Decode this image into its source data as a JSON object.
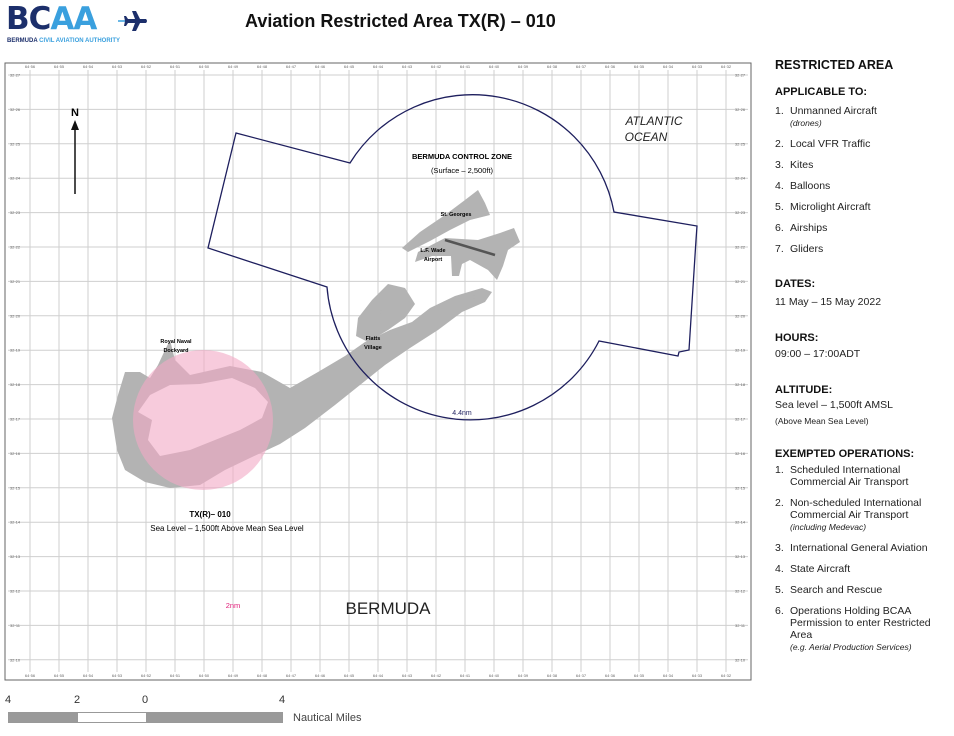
{
  "logo": {
    "word_dark": "BC",
    "word_blue": "AA",
    "sub_dark": "BERMUDA",
    "sub_blue": "CIVIL AVIATION AUTHORITY"
  },
  "header": {
    "title": "Aviation Restricted Area TX(R) – 010"
  },
  "map": {
    "lon_labels": [
      "64·56",
      "64·55",
      "64·54",
      "64·53",
      "64·52",
      "64·51",
      "64·50",
      "64·49",
      "64·48",
      "64·47",
      "64·46",
      "64·45",
      "64·44",
      "64·43",
      "64·42",
      "64·41",
      "64·40",
      "64·39",
      "64·38",
      "64·37",
      "64·36",
      "64·35",
      "64·34",
      "64·33",
      "64·32"
    ],
    "lat_labels": [
      "32·27",
      "32·26",
      "32·25",
      "32·24",
      "32·23",
      "32·22",
      "32·21",
      "32·20",
      "32·19",
      "32·18",
      "32·17",
      "32·16",
      "32·15",
      "32·14",
      "32·13",
      "32·12",
      "32·11",
      "32·10"
    ],
    "north": "N",
    "ocean_line1": "ATLANTIC",
    "ocean_line2": "OCEAN",
    "control_zone_title": "BERMUDA CONTROL ZONE",
    "control_zone_sub": "(Surface – 2,500ft)",
    "st_georges": "St. Georges",
    "airport_line1": "L.F. Wade",
    "airport_line2": "Airport",
    "flatts_line1": "Flatts",
    "flatts_line2": "Village",
    "dockyard_line1": "Royal Naval",
    "dockyard_line2": "Dockyard",
    "cz_radius": "4.4nm",
    "area_name": "TX(R)– 010",
    "area_desc": "Sea Level – 1,500ft Above Mean Sea Level",
    "area_radius": "2nm",
    "island_name": "BERMUDA",
    "colors": {
      "zone": "#1e1f5e",
      "restricted": "#f2a9c4",
      "land": "#b3b3b3",
      "radius_label": "#e0207a"
    }
  },
  "scale": {
    "labels": [
      "4",
      "2",
      "0",
      "4"
    ],
    "unit": "Nautical Miles"
  },
  "panel": {
    "title": "RESTRICTED AREA",
    "applicable_heading": "APPLICABLE TO:",
    "applicable": [
      {
        "n": "1.",
        "text": "Unmanned Aircraft",
        "note": "(drones)"
      },
      {
        "n": "2.",
        "text": "Local VFR Traffic"
      },
      {
        "n": "3.",
        "text": "Kites"
      },
      {
        "n": "4.",
        "text": "Balloons"
      },
      {
        "n": "5.",
        "text": "Microlight Aircraft"
      },
      {
        "n": "6.",
        "text": "Airships"
      },
      {
        "n": "7.",
        "text": "Gliders"
      }
    ],
    "dates_heading": "DATES:",
    "dates": "11 May  –  15  May 2022",
    "hours_heading": "HOURS:",
    "hours": "09:00 – 17:00ADT",
    "altitude_heading": "ALTITUDE:",
    "altitude": "Sea level – 1,500ft AMSL",
    "altitude_note": "(Above Mean Sea Level)",
    "exempted_heading": "EXEMPTED OPERATIONS:",
    "exempted": [
      {
        "n": "1.",
        "text": "Scheduled International Commercial Air Transport"
      },
      {
        "n": "2.",
        "text": "Non-scheduled International Commercial Air Transport",
        "note": "(including Medevac)"
      },
      {
        "n": "3.",
        "text": "International General Aviation"
      },
      {
        "n": "4.",
        "text": "State Aircraft"
      },
      {
        "n": "5.",
        "text": "Search and Rescue"
      },
      {
        "n": "6.",
        "text": "Operations Holding BCAA Permission to enter Restricted Area",
        "note": "(e.g. Aerial Production Services)"
      }
    ]
  }
}
